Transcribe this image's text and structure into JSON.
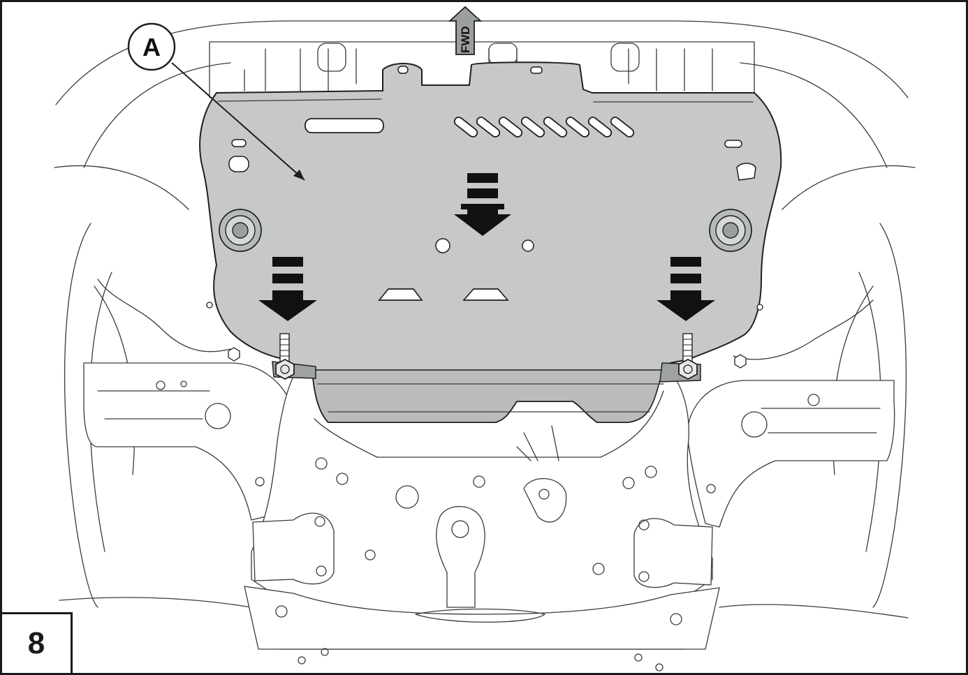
{
  "step": {
    "number": "8"
  },
  "callout": {
    "label": "A"
  },
  "direction": {
    "label": "FWD"
  },
  "colors": {
    "plate": "#c6c8c9",
    "plate_dark": "#a9acad",
    "line": "#3a3a3a",
    "arrow": "#111111"
  },
  "icons": [
    "down-arrow-icon",
    "fwd-arrow-icon",
    "bolt-icon"
  ]
}
